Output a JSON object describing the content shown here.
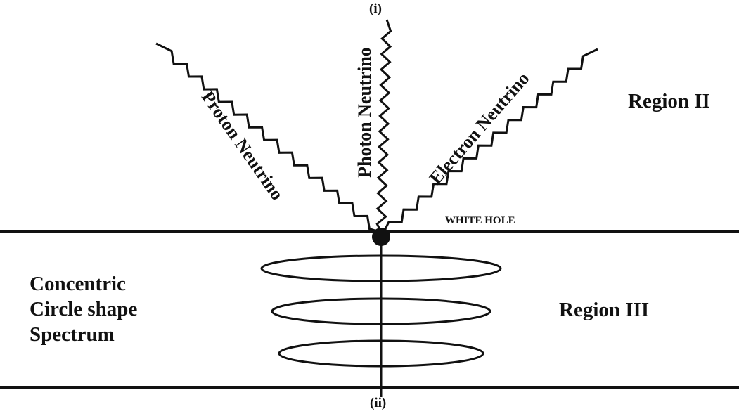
{
  "labels": {
    "top_point": "(i)",
    "bottom_point": "(ii)",
    "region_upper": "Region II",
    "region_lower": "Region III",
    "white_hole": "WHITE HOLE",
    "spectrum_line1": "Concentric",
    "spectrum_line2": "Circle shape",
    "spectrum_line3": "Spectrum"
  },
  "rays": {
    "proton": "Proton Neutrino",
    "photon": "Photon Neutrino",
    "electron": "Electron Neutrino"
  },
  "colors": {
    "ink": "#111111",
    "background": "#ffffff"
  }
}
